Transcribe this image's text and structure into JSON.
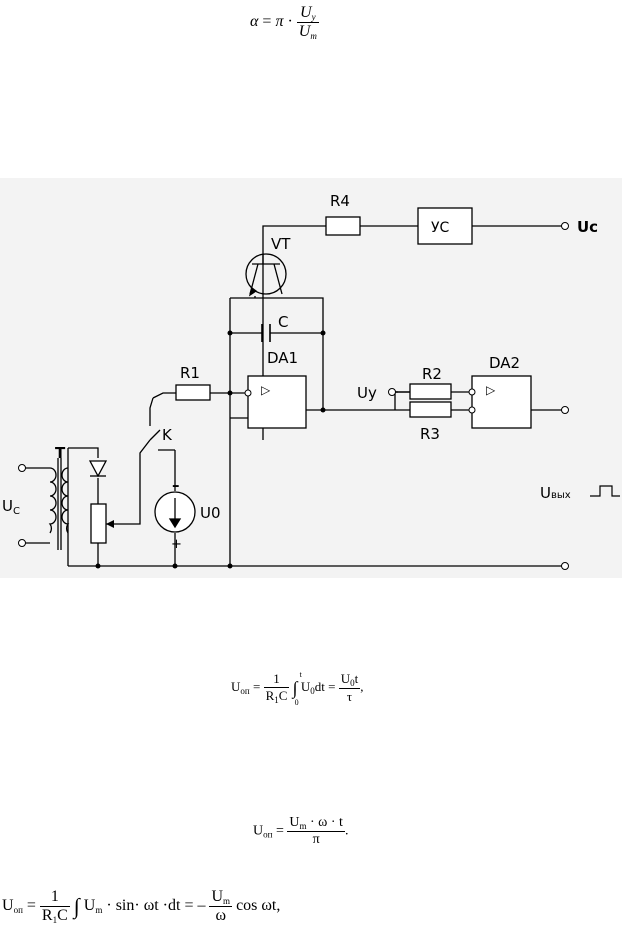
{
  "formula_alpha": {
    "lhs": "α",
    "eq": "=",
    "pi": "π",
    "dot": "·",
    "num": "U",
    "num_sub": "у",
    "den": "U",
    "den_sub": "m"
  },
  "circuit": {
    "labels": {
      "r4": "R4",
      "us": "УС",
      "uc_out": "Uc",
      "vt": "VT",
      "c": "C",
      "r1": "R1",
      "da1": "DA1",
      "da2": "DA2",
      "r2": "R2",
      "r3": "R3",
      "uy": "Uу",
      "t": "T",
      "k": "K",
      "uc_in": "U",
      "uc_in_sub": "C",
      "u0": "U0",
      "minus": "–",
      "plus": "+",
      "uvyx": "U",
      "uvyx_sub": "вых",
      "op_symbol": "▷"
    }
  },
  "formula_integral_u0": {
    "lhs": "U",
    "lhs_sub": "оп",
    "eq1": "=",
    "frac_num": "1",
    "frac_den": "R",
    "frac_den_sub": "1",
    "frac_den_tail": "C",
    "upper": "t",
    "lower": "0",
    "integrand": "U",
    "integrand_sub": "0",
    "diff": "dt",
    "eq2": "=",
    "res_num": "U",
    "res_num_sub": "0",
    "res_num_tail": "t",
    "res_den": "τ",
    "tail": ","
  },
  "formula_linear": {
    "lhs": "U",
    "lhs_sub": "оп",
    "eq": "=",
    "num": "U",
    "num_sub": "m",
    "num_tail": " · ω · t",
    "den": "π",
    "tail": "."
  },
  "formula_cos": {
    "lhs": "U",
    "lhs_sub": "оп",
    "eq1": "=",
    "frac_num": "1",
    "frac_den": "R",
    "frac_den_sub": "1",
    "frac_den_tail": "C",
    "integrand": "U",
    "integrand_sub": "m",
    "integrand_tail": " · sin· ωt ·dt",
    "eq2": "= –",
    "res_num": "U",
    "res_num_sub": "m",
    "res_den": "ω",
    "func": "cos ωt",
    "tail": ","
  }
}
